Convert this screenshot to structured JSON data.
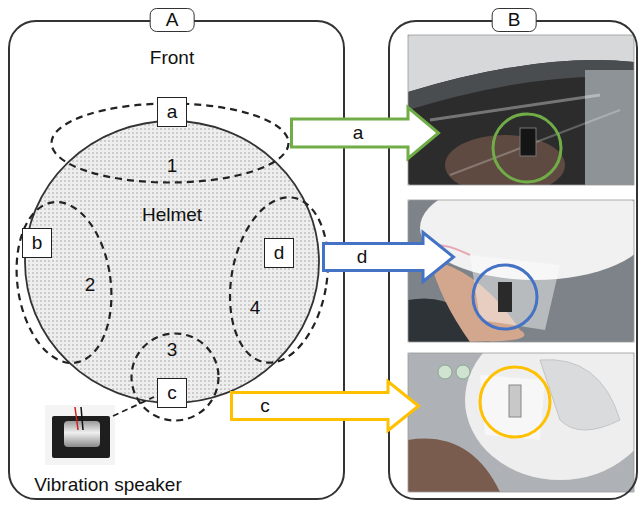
{
  "diagram": {
    "nodes": [
      {
        "text": [
          "A"
        ]
      },
      {
        "text": [
          "Helmet"
        ],
        "in": 0
      },
      {
        "text": [
          "1"
        ],
        "in": 0
      },
      {
        "text": [
          "a"
        ],
        "in": 2
      },
      {
        "text": [
          "2"
        ],
        "in": 0
      },
      {
        "text": [
          "b"
        ],
        "in": 4
      },
      {
        "text": [
          "3"
        ],
        "in": 0
      },
      {
        "text": [
          "c"
        ],
        "in": 6
      },
      {
        "text": [
          "4"
        ],
        "in": 0
      },
      {
        "text": [
          "d"
        ],
        "in": 8
      },
      {
        "text": [
          "B"
        ]
      },
      {
        "text": [
          "a"
        ]
      },
      {
        "text": [
          "d"
        ]
      },
      {
        "text": [
          "c"
        ]
      }
    ],
    "labels": [
      "Front",
      "Vibration speaker"
    ]
  }
}
